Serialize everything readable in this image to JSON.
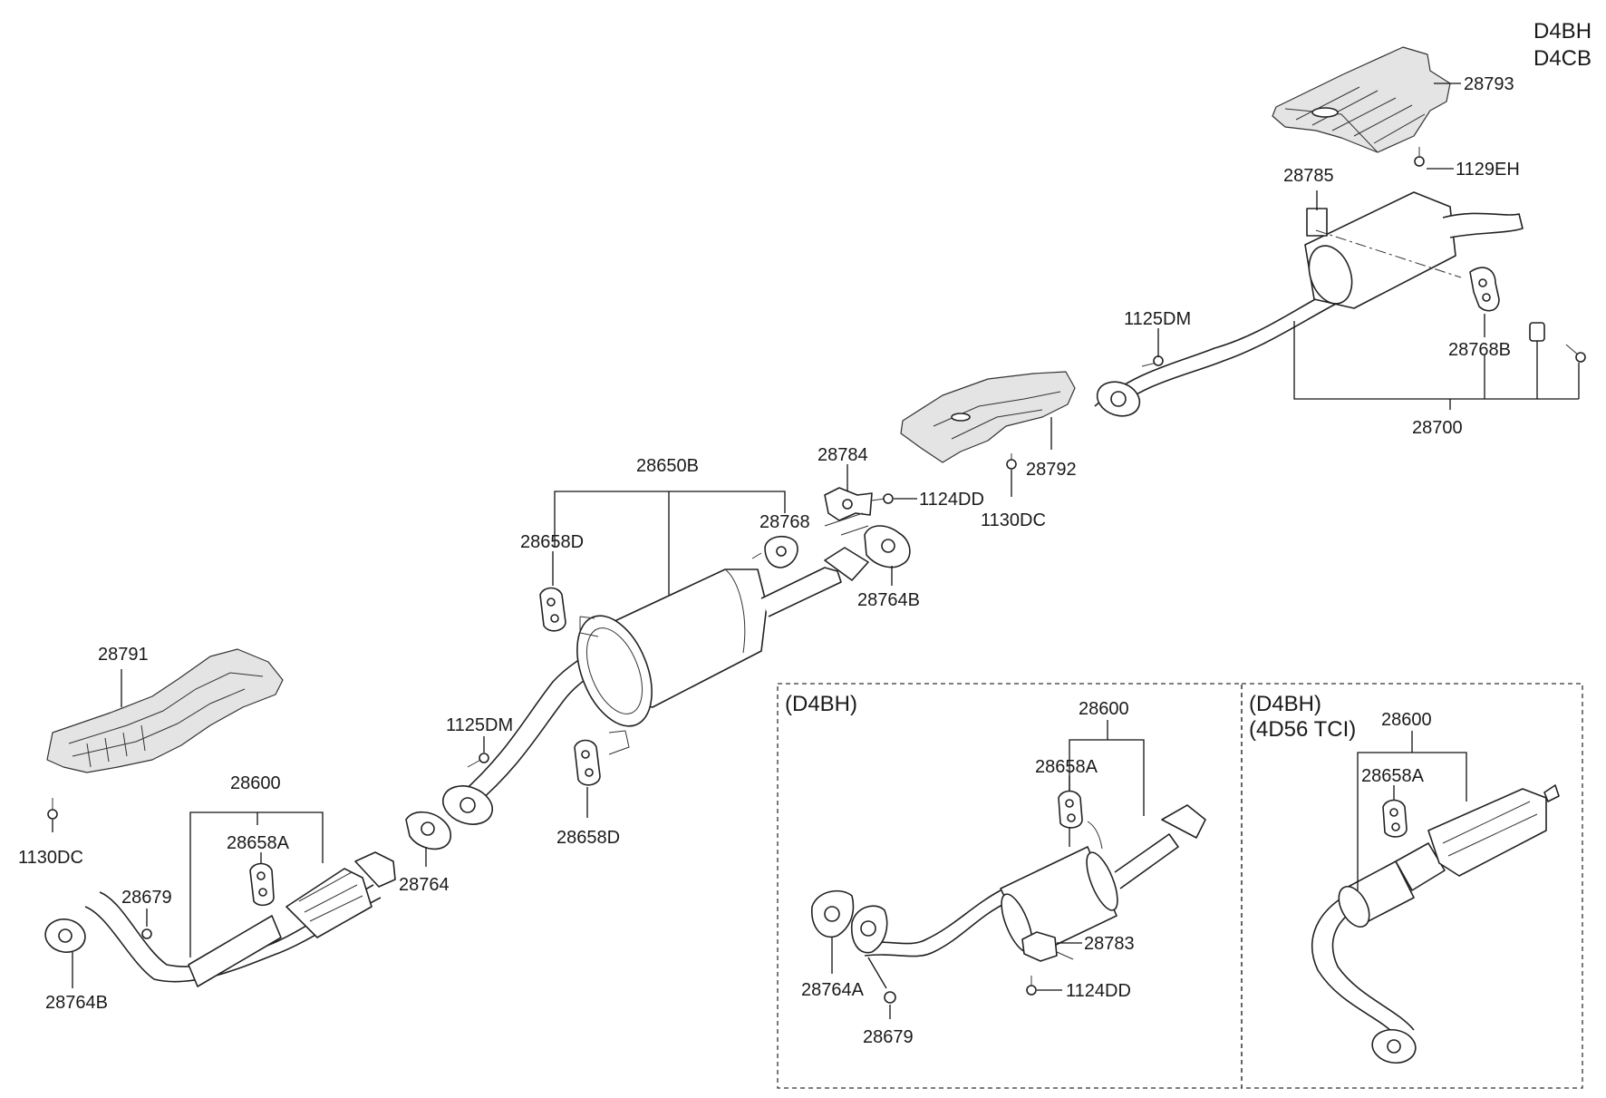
{
  "variant_header": [
    "D4BH",
    "D4CB"
  ],
  "labels": {
    "p28793": "28793",
    "p1129EH": "1129EH",
    "p28785": "28785",
    "p1125DM_top": "1125DM",
    "p28768B": "28768B",
    "p28700": "28700",
    "p28792": "28792",
    "p1130DC_mid": "1130DC",
    "p28784": "28784",
    "p1124DD_mid": "1124DD",
    "p28764B_mid": "28764B",
    "p28650B": "28650B",
    "p28768": "28768",
    "p28658D_top": "28658D",
    "p28658D_bot": "28658D",
    "p1125DM_mid": "1125DM",
    "p28764": "28764",
    "p28791": "28791",
    "p1130DC_left": "1130DC",
    "p28600_left": "28600",
    "p28658A_left": "28658A",
    "p28679_left": "28679",
    "p28764B_left": "28764B"
  },
  "box1": {
    "title": "(D4BH)",
    "p28600": "28600",
    "p28658A": "28658A",
    "p28764A": "28764A",
    "p28679": "28679",
    "p28783": "28783",
    "p1124DD": "1124DD"
  },
  "box2": {
    "title_line1": "(D4BH)",
    "title_line2": "(4D56 TCI)",
    "p28600": "28600",
    "p28658A": "28658A"
  }
}
